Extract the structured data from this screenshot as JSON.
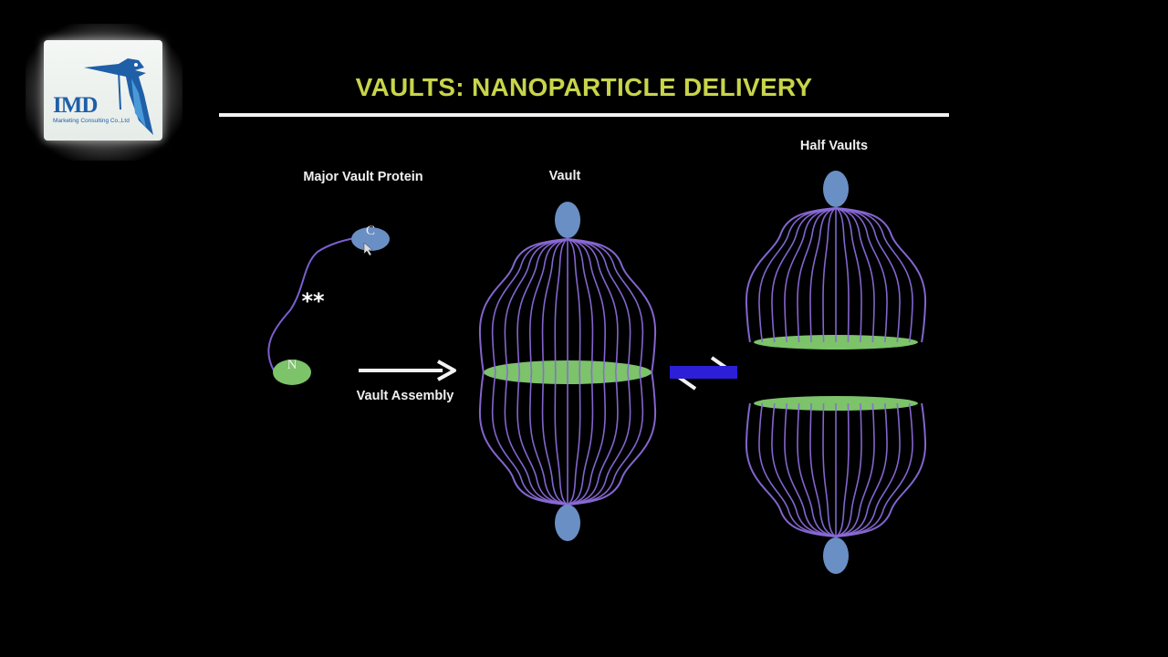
{
  "logo": {
    "wordmark": "IMD",
    "subtitle": "Marketing Consulting Co.,Ltd",
    "icon": "kingfisher-bird-icon",
    "color": "#1f5fa8"
  },
  "title": "VAULTS: NANOPARTICLE DELIVERY",
  "labels": {
    "major_vault_protein": "Major Vault Protein",
    "vault": "Vault",
    "half_vaults": "Half Vaults",
    "vault_assembly": "Vault Assembly"
  },
  "protein": {
    "c_terminus": "C",
    "n_terminus": "N",
    "marker": "**"
  },
  "colors": {
    "title": "#c8d44a",
    "cap": "#6a8fc4",
    "waist": "#7cc36a",
    "rib": "#8a6ad8",
    "equilibrium_arrow": "#2c1fd6"
  }
}
